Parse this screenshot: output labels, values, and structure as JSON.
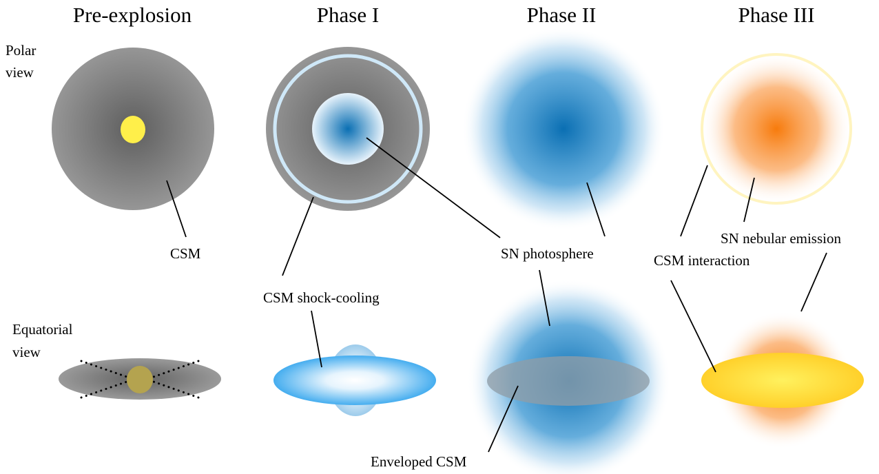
{
  "columns": {
    "pre": "Pre-explosion",
    "phase1": "Phase I",
    "phase2": "Phase II",
    "phase3": "Phase III"
  },
  "rows": {
    "polar_line1": "Polar",
    "polar_line2": "view",
    "equatorial_line1": "Equatorial",
    "equatorial_line2": "view"
  },
  "labels": {
    "csm": "CSM",
    "csm_shock_cooling": "CSM shock-cooling",
    "sn_photosphere": "SN photosphere",
    "csm_interaction": "CSM interaction",
    "sn_nebular_emission": "SN nebular emission",
    "enveloped_csm": "Enveloped CSM"
  },
  "colors": {
    "csm_gray": "#8c8c8c",
    "progenitor_yellow": "#ffef4a",
    "photosphere_blue": "#0a6fb3",
    "shock_cooling_blue": "#4db2f0",
    "shell_light_blue": "#cfe8f8",
    "nebular_orange": "#f77b0c",
    "interaction_yellow": "#ffd42a",
    "interaction_ring": "#fff4c0"
  }
}
